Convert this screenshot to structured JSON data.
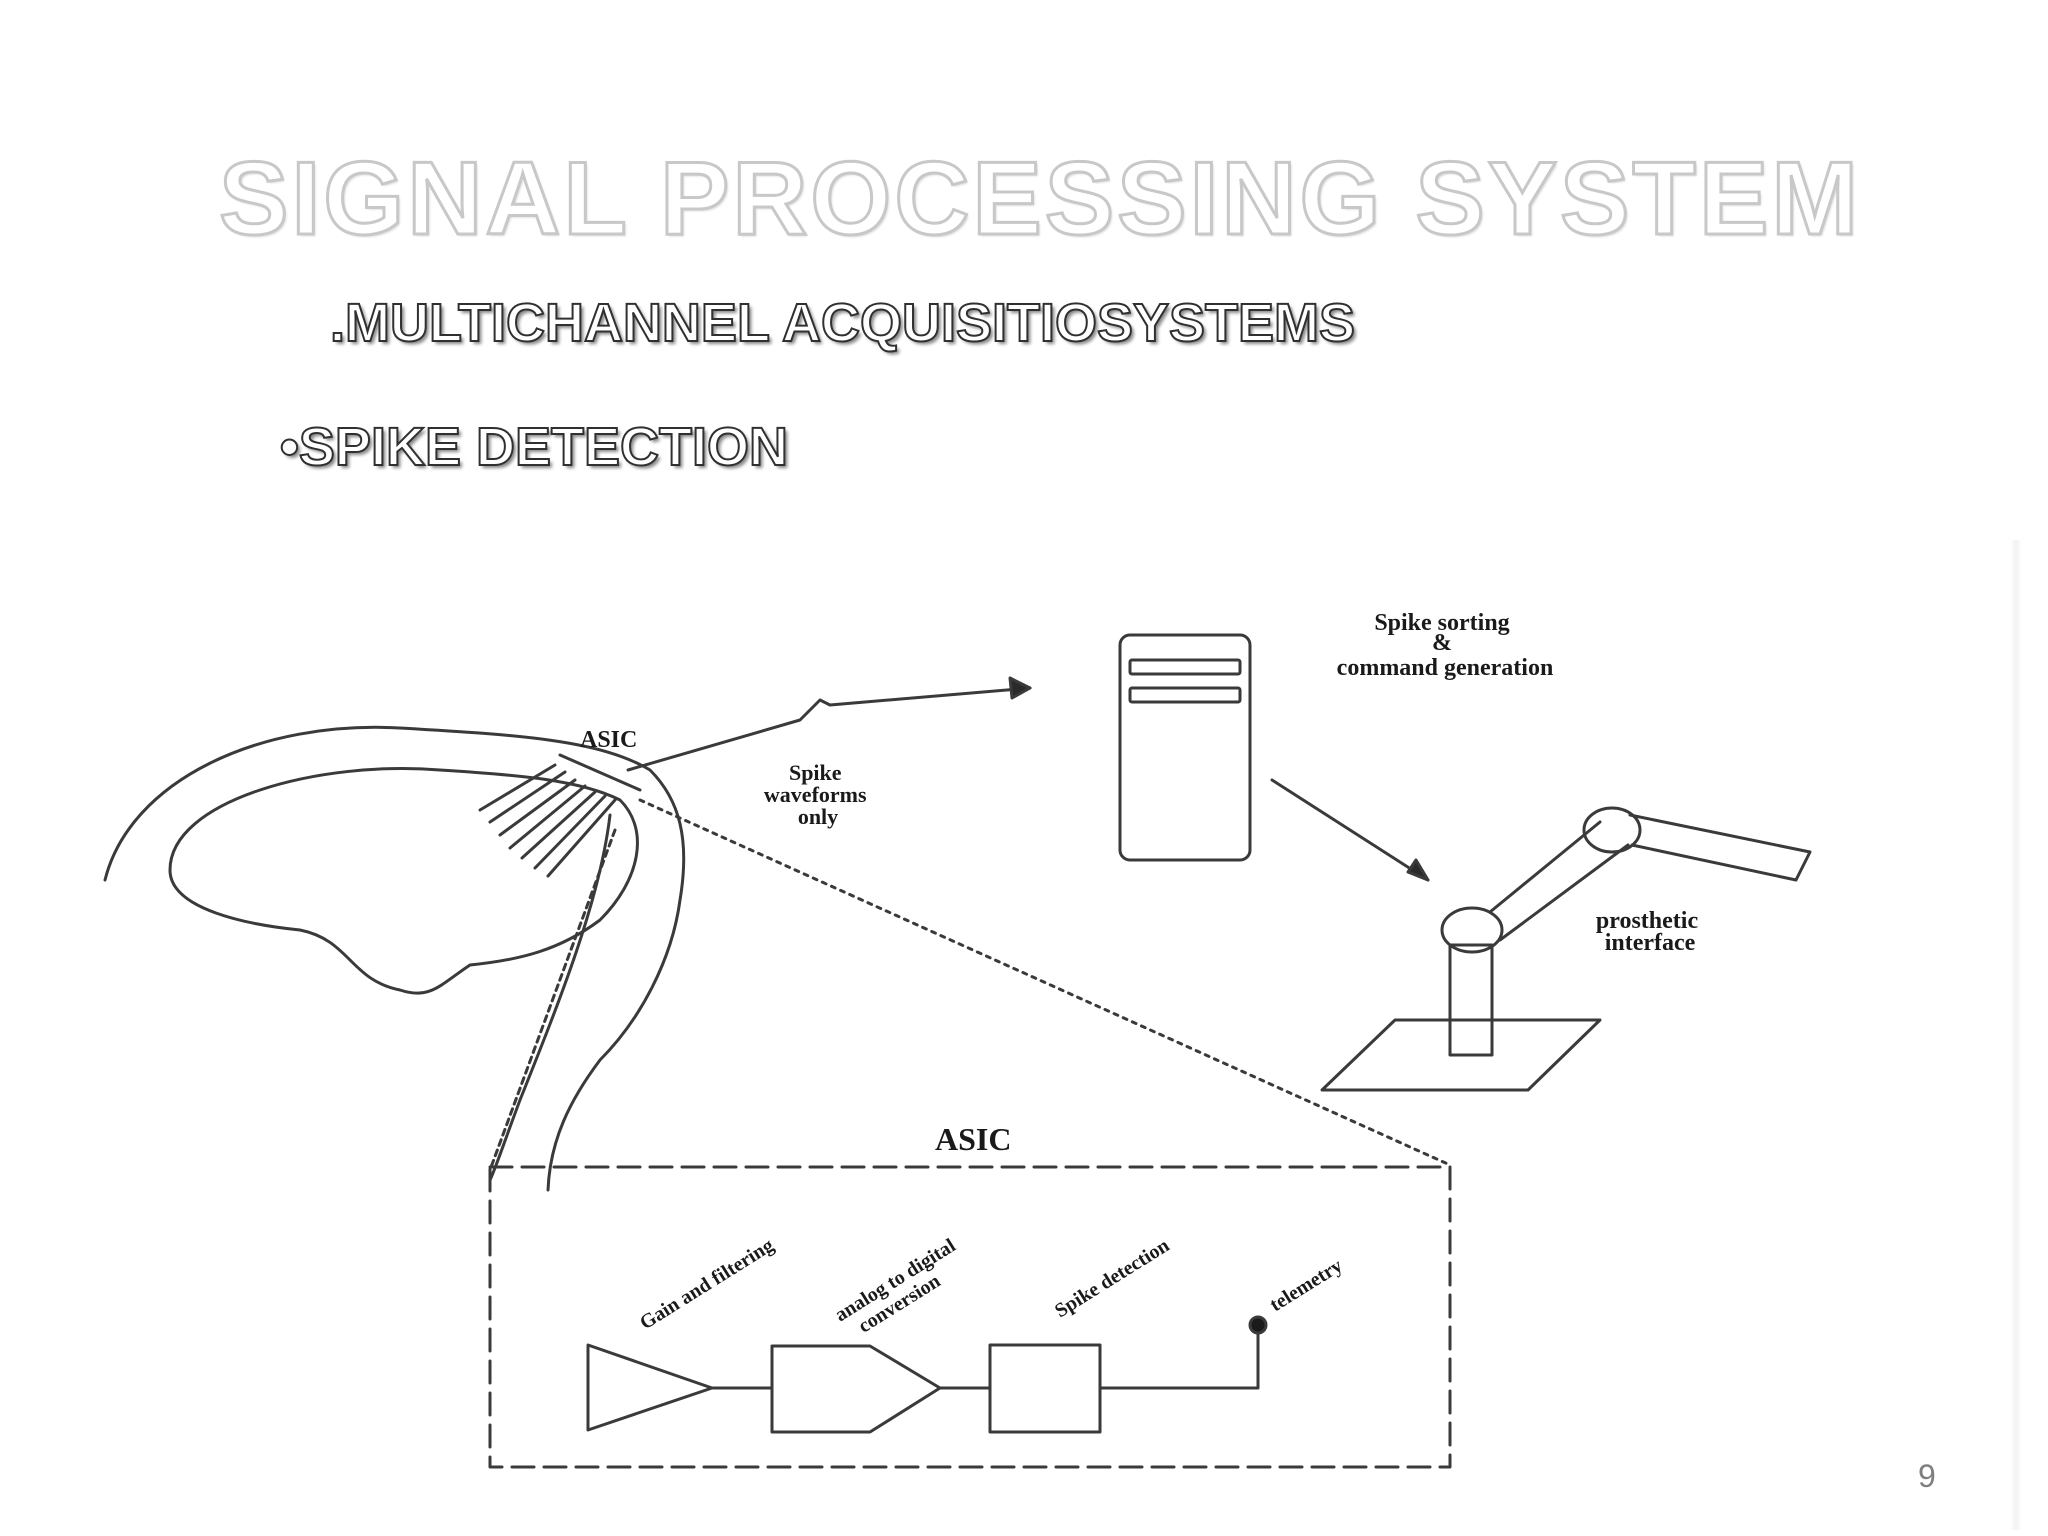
{
  "slide": {
    "title": "SIGNAL PROCESSING SYSTEM",
    "bullets": [
      ".MULTICHANNEL ACQUISITIOSYSTEMS",
      "•SPIKE DETECTION"
    ],
    "page_number": "9"
  },
  "diagram": {
    "asic_label_top": "ASIC",
    "spike_waveforms": [
      "Spike",
      "waveforms",
      "only"
    ],
    "computer_caption": [
      "Spike sorting",
      "&",
      "command generation"
    ],
    "prosthetic_label": [
      "prosthetic",
      "interface"
    ],
    "asic_box_title": "ASIC",
    "stages": {
      "gain": "Gain and filtering",
      "adc": [
        "analog to digital",
        "conversion"
      ],
      "spike_detection": "Spike detection",
      "telemetry": "telemetry"
    }
  }
}
